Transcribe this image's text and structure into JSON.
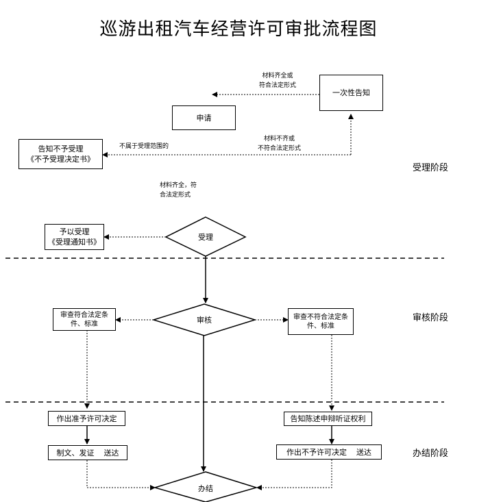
{
  "title": "巡游出租汽车经营许可审批流程图",
  "phases": {
    "accept": "受理阶段",
    "review": "审核阶段",
    "finish": "办结阶段"
  },
  "nodes": {
    "apply": "申请",
    "notify_once": "一次性告知",
    "reject_accept_1": "告知不予受理",
    "reject_accept_2": "《不予受理决定书》",
    "grant_accept_1": "予以受理",
    "grant_accept_2": "《受理通知书》",
    "accept_diamond": "受理",
    "review_diamond": "审核",
    "meets_1": "审查符合法定条",
    "meets_2": "件、标准",
    "not_meets_1": "审查不符合法定条",
    "not_meets_2": "件、标准",
    "grant_decision": "作出准予许可决定",
    "issue_cert": "制文、发证    送达",
    "inform_rights": "告知陈述申辩听证权利",
    "deny_decision": "作出不予许可决定    送达",
    "finish_diamond": "办结"
  },
  "notes": {
    "complete_or_compliant": "材料齐全或\n符合法定形式",
    "incomplete": "材料不齐或\n不符合法定形式",
    "out_of_scope": "不属于受理范围的",
    "complete_and_compliant": "材料齐全，符\n合法定形式"
  }
}
